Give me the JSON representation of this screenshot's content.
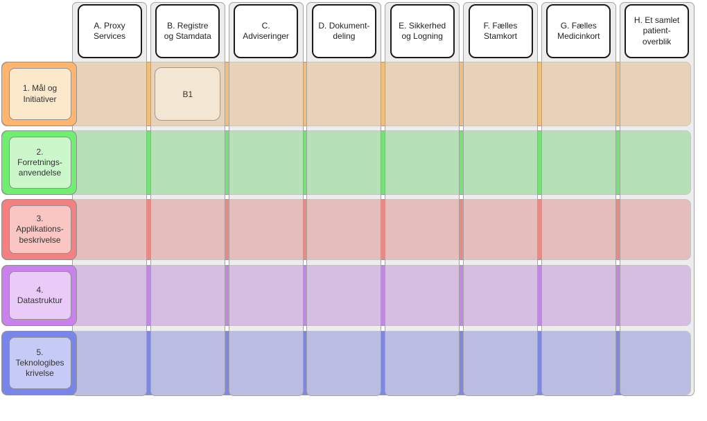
{
  "diagram": {
    "columns": [
      {
        "id": "A",
        "label": "A. Proxy\nServices"
      },
      {
        "id": "B",
        "label": "B. Registre\nog Stamdata"
      },
      {
        "id": "C",
        "label": "C.\nAdviseringer"
      },
      {
        "id": "D",
        "label": "D. Dokument-\ndeling"
      },
      {
        "id": "E",
        "label": "E. Sikkerhed\nog Logning"
      },
      {
        "id": "F",
        "label": "F. Fælles\nStamkort"
      },
      {
        "id": "G",
        "label": "G. Fælles\nMedicinkort"
      },
      {
        "id": "H",
        "label": "H. Et samlet\npatient-\noverblik"
      }
    ],
    "rows": [
      {
        "id": "1",
        "label": "1. Mål og\nInitiativer",
        "band_color": "#F2BE7B",
        "header_color": "#FFB570",
        "header_inner_color": "#FCE8CB"
      },
      {
        "id": "2",
        "label": "2.\nForretnings-\nanvendelse",
        "band_color": "#75E275",
        "header_color": "#70EE70",
        "header_inner_color": "#CBF7CB"
      },
      {
        "id": "3",
        "label": "3.\nApplikations-\nbeskrivelse",
        "band_color": "#EC8984",
        "header_color": "#F58080",
        "header_inner_color": "#F9C6C4"
      },
      {
        "id": "4",
        "label": "4.\nDatastruktur",
        "band_color": "#C289E2",
        "header_color": "#CB81ED",
        "header_inner_color": "#EACBF8"
      },
      {
        "id": "5",
        "label": "5.\nTeknologibes\nkrivelse",
        "band_color": "#7F88E1",
        "header_color": "#7885EB",
        "header_inner_color": "#C5CBF4"
      }
    ],
    "cells": [
      {
        "id": "B1",
        "label": "B1",
        "column": "B",
        "row": "1",
        "fill_color": "#F3E7D3",
        "border_color": "#999999"
      }
    ],
    "styles": {
      "background": "#FFFFFF",
      "column_fill": "rgba(225,225,225,0.6)",
      "column_border": "#A3A3A3",
      "column_header_fill": "#FFFFFF",
      "column_header_border": "#1A1A1A",
      "band_border": "#9E9E9E",
      "row_header_border": "#8F8F8F",
      "text_color": "#333333"
    }
  }
}
